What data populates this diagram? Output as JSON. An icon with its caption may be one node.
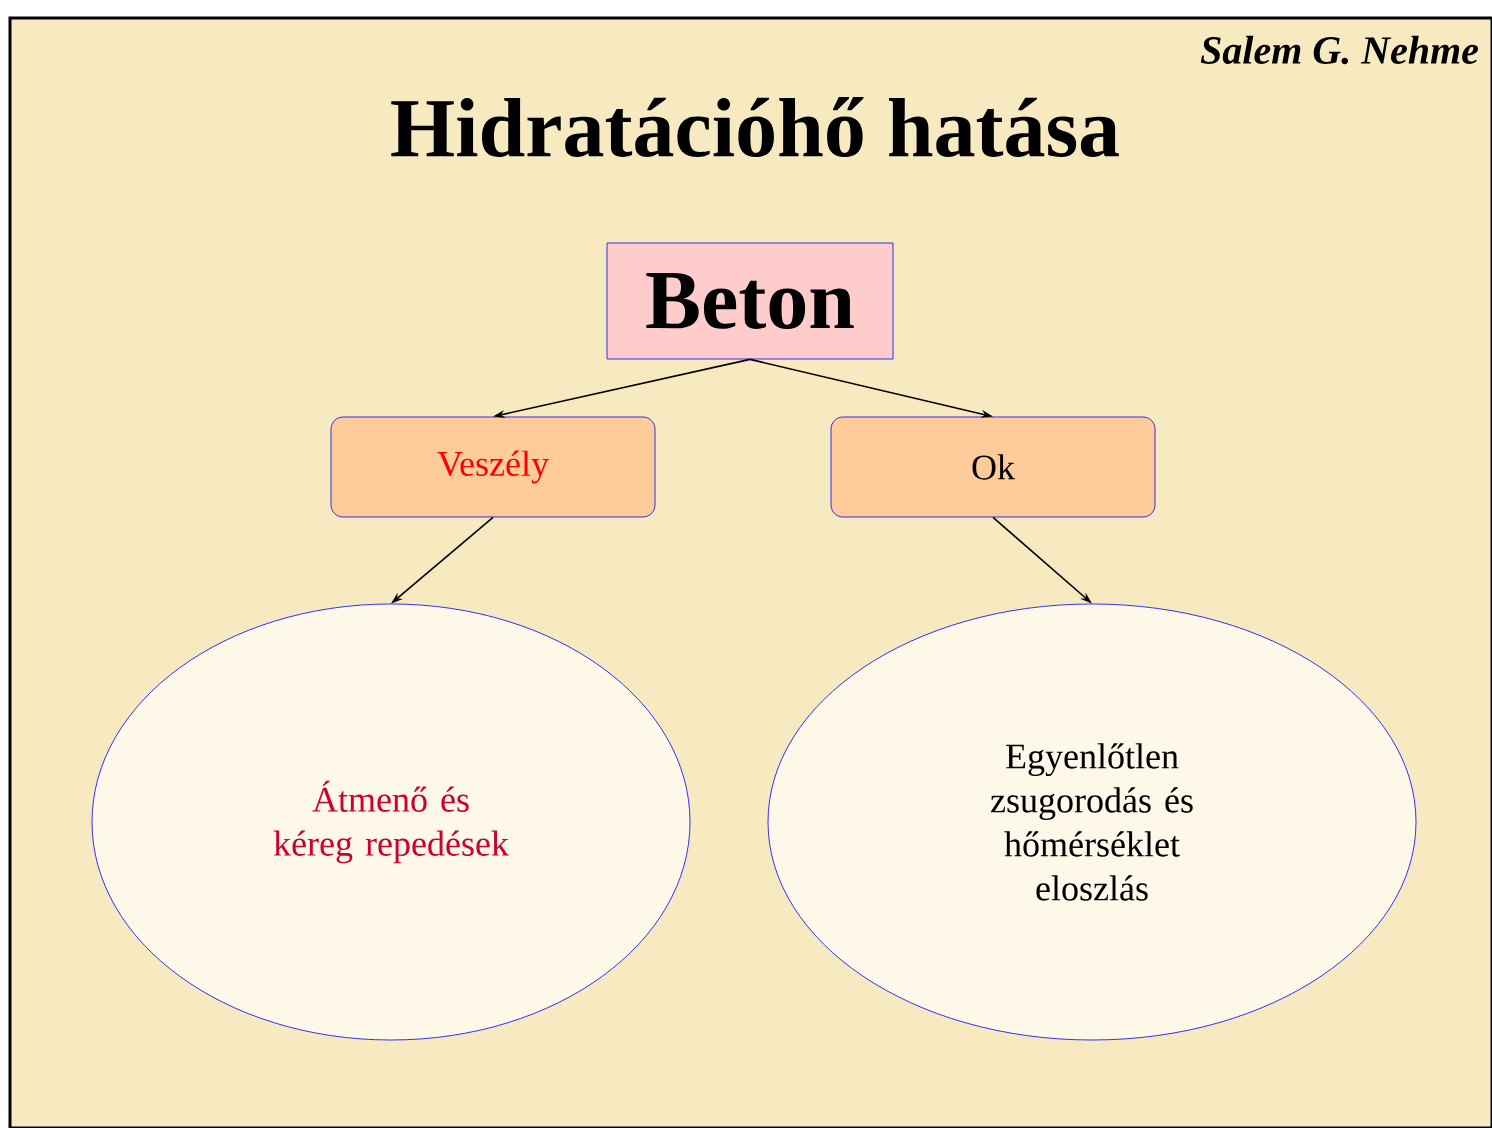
{
  "diagram": {
    "title": "Hidratációhő hatása",
    "nodes": [
      {
        "text": [
          "Beton"
        ]
      },
      {
        "text": [
          "Veszély"
        ]
      },
      {
        "text": [
          "Ok"
        ]
      },
      {
        "text": [
          "Átmenő és kéreg repedések"
        ]
      },
      {
        "text": [
          "Egyenlőtlen zsugorodás és hőmérséklet eloszlás"
        ]
      }
    ],
    "edges": [
      {
        "from": 0,
        "to": 1,
        "arrow": "to"
      },
      {
        "from": 0,
        "to": 2,
        "arrow": "to"
      },
      {
        "from": 1,
        "to": 3,
        "arrow": "to"
      },
      {
        "from": 2,
        "to": 4,
        "arrow": "to"
      }
    ],
    "labels": [
      "Salem G. Nehme"
    ]
  }
}
